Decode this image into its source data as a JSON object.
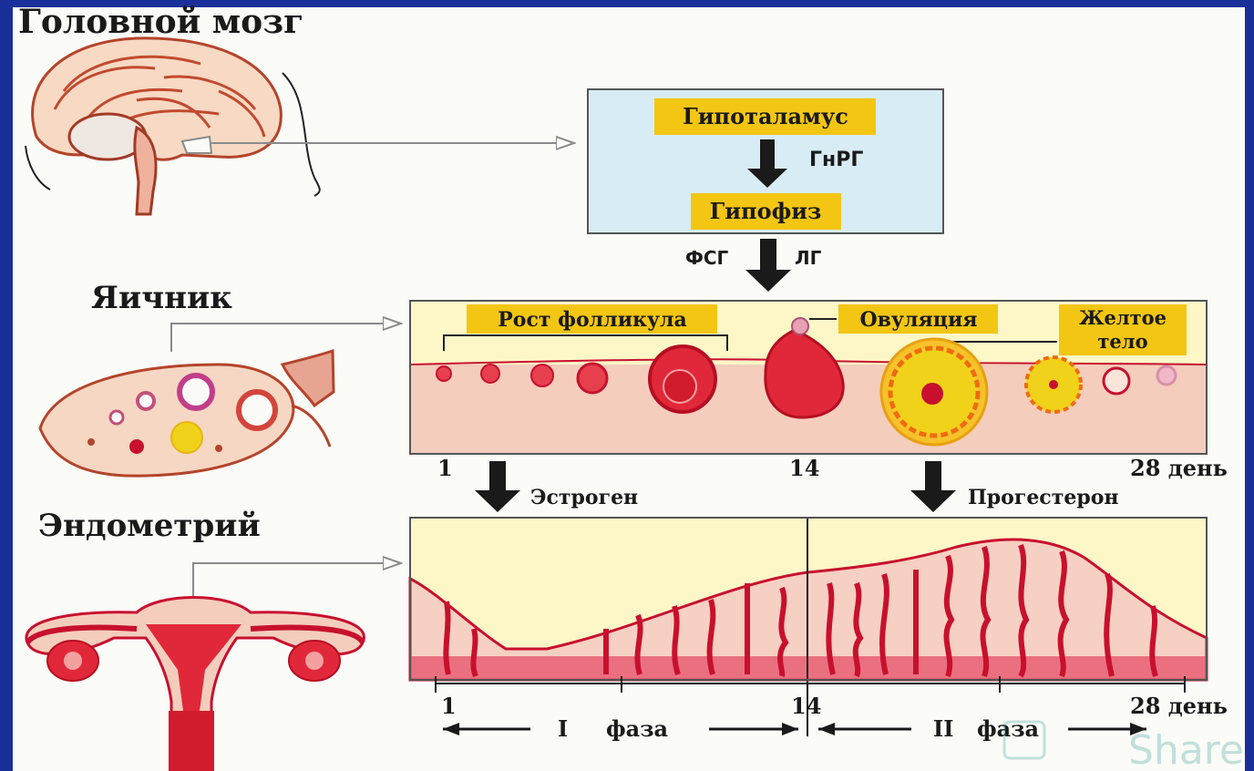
{
  "organs": {
    "brain": "Головной мозг",
    "ovary": "Яичник",
    "endometrium": "Эндометрий"
  },
  "hypothalamus_box": {
    "hypothalamus": "Гипоталамус",
    "gnrh": "ГнРГ",
    "pituitary": "Гипофиз"
  },
  "pituitary_hormones": {
    "fsh": "ФСГ",
    "lh": "ЛГ"
  },
  "ovary_panel": {
    "follicle_growth": "Рост фолликула",
    "ovulation": "Овуляция",
    "corpus_luteum_line1": "Желтое",
    "corpus_luteum_line2": "тело",
    "day_start": "1",
    "day_mid": "14",
    "day_end": "28 день"
  },
  "ovarian_hormones": {
    "estrogen": "Эстроген",
    "progesterone": "Прогестерон"
  },
  "endometrium_panel": {
    "day_start": "1",
    "day_mid": "14",
    "day_end": "28 день",
    "phase1_num": "I",
    "phase1_word": "фаза",
    "phase2_num": "II",
    "phase2_word": "фаза"
  },
  "watermark": "Share",
  "colors": {
    "frame": "#1b2f9a",
    "background": "#fbfbf8",
    "panel_blue": "#d8ecf6",
    "label_yellow": "#f3c613",
    "tissue_pink": "#f4cdbd",
    "vessel_red": "#c8102e",
    "panel_cream": "#fdf7c8"
  }
}
